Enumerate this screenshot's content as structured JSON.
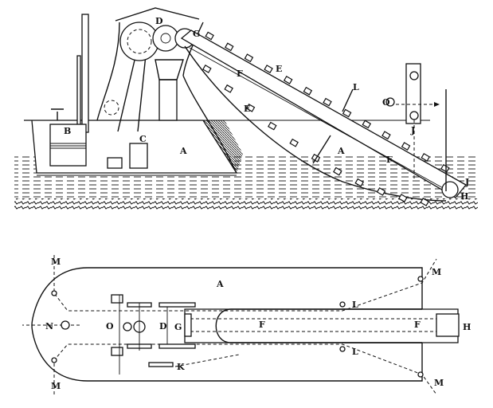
{
  "elevation": {
    "labels": {
      "D": "D",
      "G": "G",
      "E_upper": "E",
      "F_upper": "F",
      "L": "L",
      "O": "O",
      "E_lower": "E",
      "J_upper": "J",
      "B": "B",
      "C": "C",
      "A_left": "A",
      "A_right": "A",
      "F_lower": "F",
      "J_lower": "J",
      "H": "H"
    }
  },
  "plan": {
    "labels": {
      "M_top_left": "M",
      "M_top_right": "M",
      "A": "A",
      "L_top": "L",
      "N": "N",
      "O": "O",
      "D": "D",
      "G": "G",
      "F_left": "F",
      "F_right": "F",
      "H": "H",
      "L_bottom": "L",
      "K": "K",
      "M_bottom_left": "M",
      "M_bottom_right": "M"
    }
  }
}
